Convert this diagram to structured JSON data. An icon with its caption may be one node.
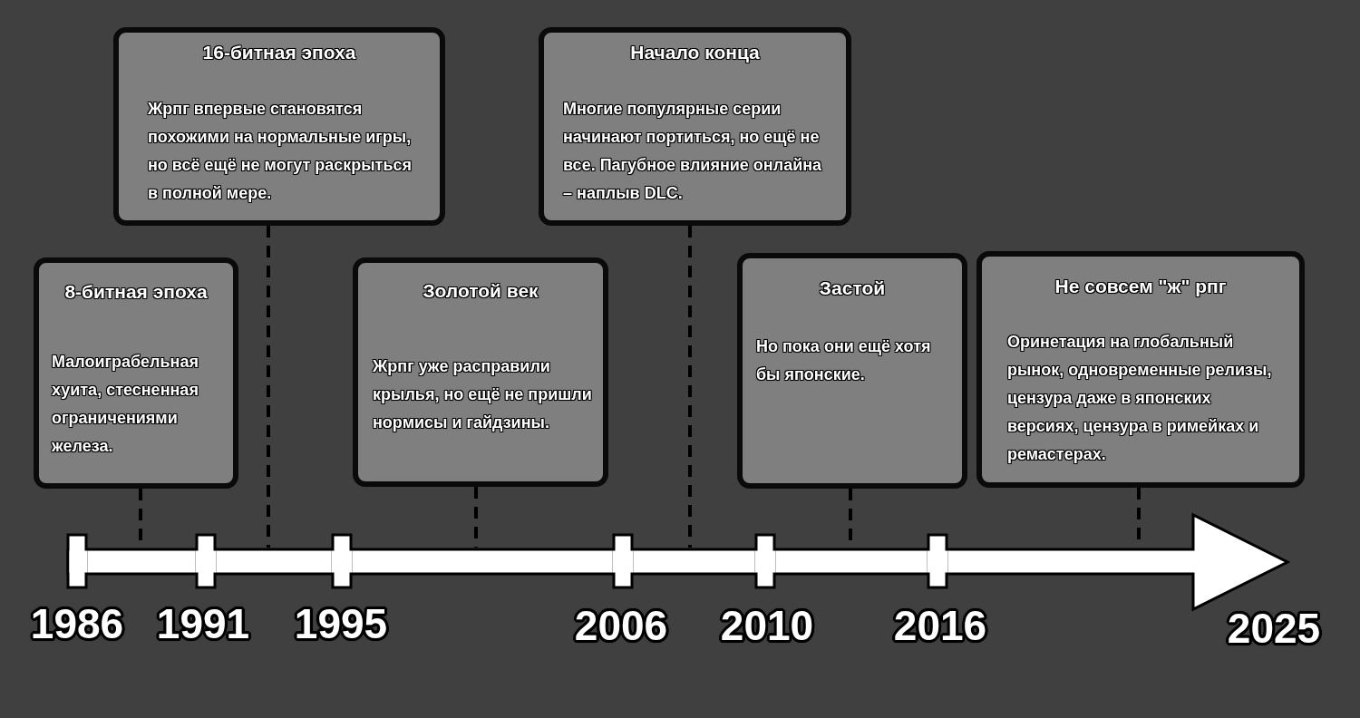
{
  "diagram": {
    "nodes": [
      {
        "text": [
          "8-битная эпоха",
          "Малоиграбельная хуита, стесненная ограничениями железа."
        ]
      },
      {
        "text": [
          "16-битная эпоха",
          "Жрпг впервые становятся похожими на нормальные игры, но всё ещё не могут раскрыться в полной мере."
        ]
      },
      {
        "text": [
          "Золотой век",
          "Жрпг уже расправили крылья, но ещё не пришли нормисы и гайдзины."
        ]
      },
      {
        "text": [
          "Начало конца",
          "Многие популярные серии начинают портиться, но ещё не все. Пагубное влияние онлайна – наплыв DLC."
        ]
      },
      {
        "text": [
          "Застой",
          "Но пока они ещё хотя бы японские."
        ]
      },
      {
        "text": [
          "Не совсем \"ж\" рпг",
          "Оринетация на глобальный рынок, одновременные релизы, цензура даже в японских версиях, цензура в римейках и ремастерах."
        ]
      }
    ],
    "edges": [
      {
        "from": 0,
        "to": null,
        "arrow": "none",
        "style": "dashed"
      },
      {
        "from": 1,
        "to": null,
        "arrow": "none",
        "style": "dashed"
      },
      {
        "from": 2,
        "to": null,
        "arrow": "none",
        "style": "dashed"
      },
      {
        "from": 3,
        "to": null,
        "arrow": "none",
        "style": "dashed"
      },
      {
        "from": 4,
        "to": null,
        "arrow": "none",
        "style": "dashed"
      },
      {
        "from": 5,
        "to": null,
        "arrow": "none",
        "style": "dashed"
      }
    ],
    "labels": [
      "1986",
      "1991",
      "1995",
      "2006",
      "2010",
      "2016",
      "2025"
    ]
  }
}
